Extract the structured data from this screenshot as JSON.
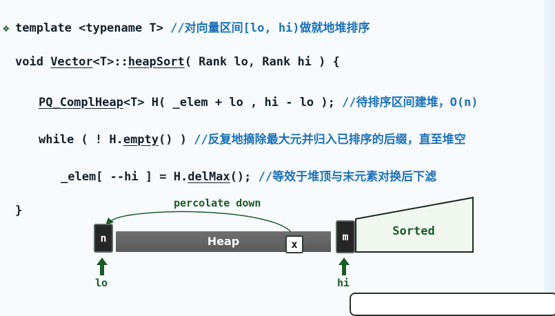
{
  "code": {
    "line1": {
      "bullet": "❖",
      "code": "template <typename T> ",
      "comment": "//对向量区间[lo, hi)做就地堆排序"
    },
    "line2": {
      "pre": "void ",
      "type_link": "Vector",
      "mid": "<T>::",
      "method_link": "heapSort",
      "post": "( Rank lo, Rank hi ) {"
    },
    "line3": {
      "type_link": "PQ_ComplHeap",
      "post": "<T> H( _elem + lo , hi - lo ); ",
      "comment": "//待排序区间建堆，O(n)"
    },
    "line4": {
      "pre": "while ( ! H.",
      "method_link": "empty",
      "post": "() ) ",
      "comment": "//反复地摘除最大元并归入已排序的后缀，直至堆空"
    },
    "line5": {
      "pre": "_elem[ --hi ] = H.",
      "method_link": "delMax",
      "post": "(); ",
      "comment": "//等效于堆顶与末元素对换后下滤"
    },
    "line6": {
      "text": "}"
    }
  },
  "diagram": {
    "arc_label": "percolate down",
    "n_label": "n",
    "heap_label": "Heap",
    "x_label": "x",
    "m_label": "m",
    "sorted_label": "Sorted",
    "lo_label": "lo",
    "hi_label": "hi"
  },
  "colors": {
    "comment": "#1d72b8",
    "diagram_green": "#1d5a2a",
    "heap_gray": "#666666",
    "sorted_fill": "#f0f8ef"
  }
}
